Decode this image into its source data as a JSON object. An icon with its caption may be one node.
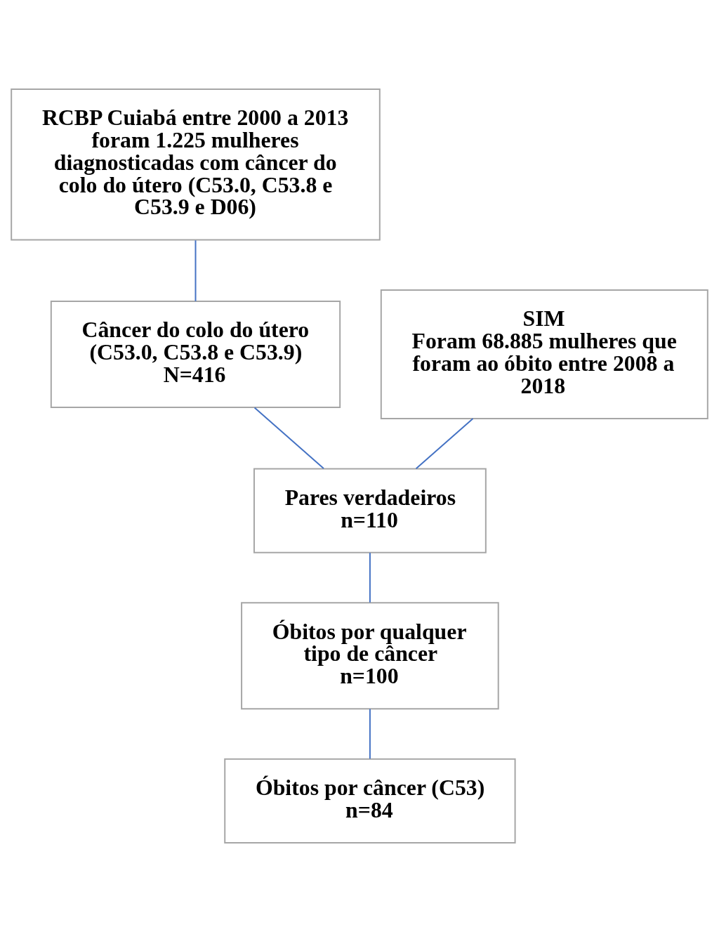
{
  "diagram": {
    "nodes": [
      {
        "text": [
          "RCBP Cuiabá entre 2000 a 2013 foram 1.225 mulheres diagnosticadas com câncer do colo do útero (C53.0, C53.8 e C53.9 e D06)"
        ]
      },
      {
        "text": [
          "Câncer do colo do útero (C53.0, C53.8 e C53.9)",
          "N=416"
        ]
      },
      {
        "text": [
          "SIM",
          "Foram 68.885 mulheres que foram ao óbito entre 2008 a 2018"
        ]
      },
      {
        "text": [
          "Pares verdadeiros",
          "n=110"
        ]
      },
      {
        "text": [
          "Óbitos por qualquer tipo de câncer",
          "n=100"
        ]
      },
      {
        "text": [
          "Óbitos por câncer (C53)",
          "n=84"
        ]
      }
    ],
    "edges": [
      {
        "from": 0,
        "to": 1,
        "arrow": "none"
      },
      {
        "from": 1,
        "to": 3,
        "arrow": "none"
      },
      {
        "from": 2,
        "to": 3,
        "arrow": "none"
      },
      {
        "from": 3,
        "to": 4,
        "arrow": "none"
      },
      {
        "from": 4,
        "to": 5,
        "arrow": "none"
      }
    ]
  }
}
